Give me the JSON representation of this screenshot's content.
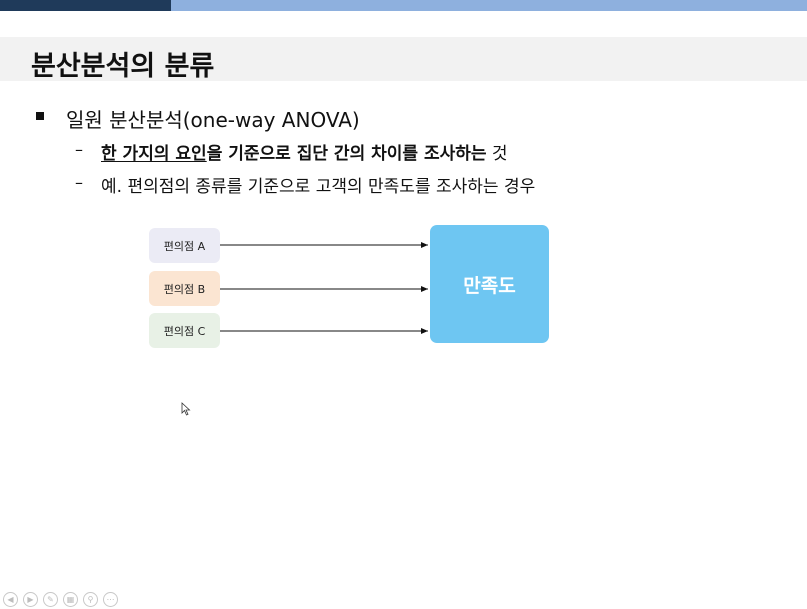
{
  "slide": {
    "title": "분산분석의 분류",
    "bullet": "일원 분산분석(one-way ANOVA)",
    "sub1": {
      "dash": "–",
      "underlined_bold": "한 가지의 요인",
      "bold1": "을 기준으로 집단 간의 차이를 조사하는",
      "tail": " 것"
    },
    "sub2": {
      "dash": "–",
      "text": "예. 편의점의 종류를 기준으로 고객의 만족도를 조사하는 경우"
    }
  },
  "diagram": {
    "nodes": [
      {
        "label": "편의점 A",
        "color": "#ebebf5"
      },
      {
        "label": "편의점 B",
        "color": "#fbe5d2"
      },
      {
        "label": "편의점 C",
        "color": "#e8f1e6"
      }
    ],
    "target": {
      "label": "만족도",
      "color": "#6ec6f2"
    }
  },
  "theme": {
    "accent_dark": "#1f3a5a",
    "accent_light": "#8eb0de"
  },
  "navigation": {
    "icons": [
      "prev-icon",
      "next-icon",
      "pen-icon",
      "slides-icon",
      "zoom-icon",
      "more-icon"
    ]
  }
}
